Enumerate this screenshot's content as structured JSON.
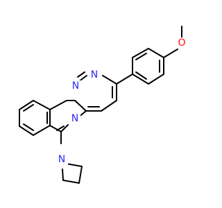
{
  "molecule": {
    "atoms": {
      "n1": "N",
      "n2": "N",
      "n_ring": "N",
      "n_azetidine": "N",
      "o_methoxy": "O"
    },
    "colors": {
      "bond": "#000000",
      "nitrogen": "#2929ff",
      "oxygen": "#ff0d0d",
      "background": "#ffffff"
    }
  }
}
